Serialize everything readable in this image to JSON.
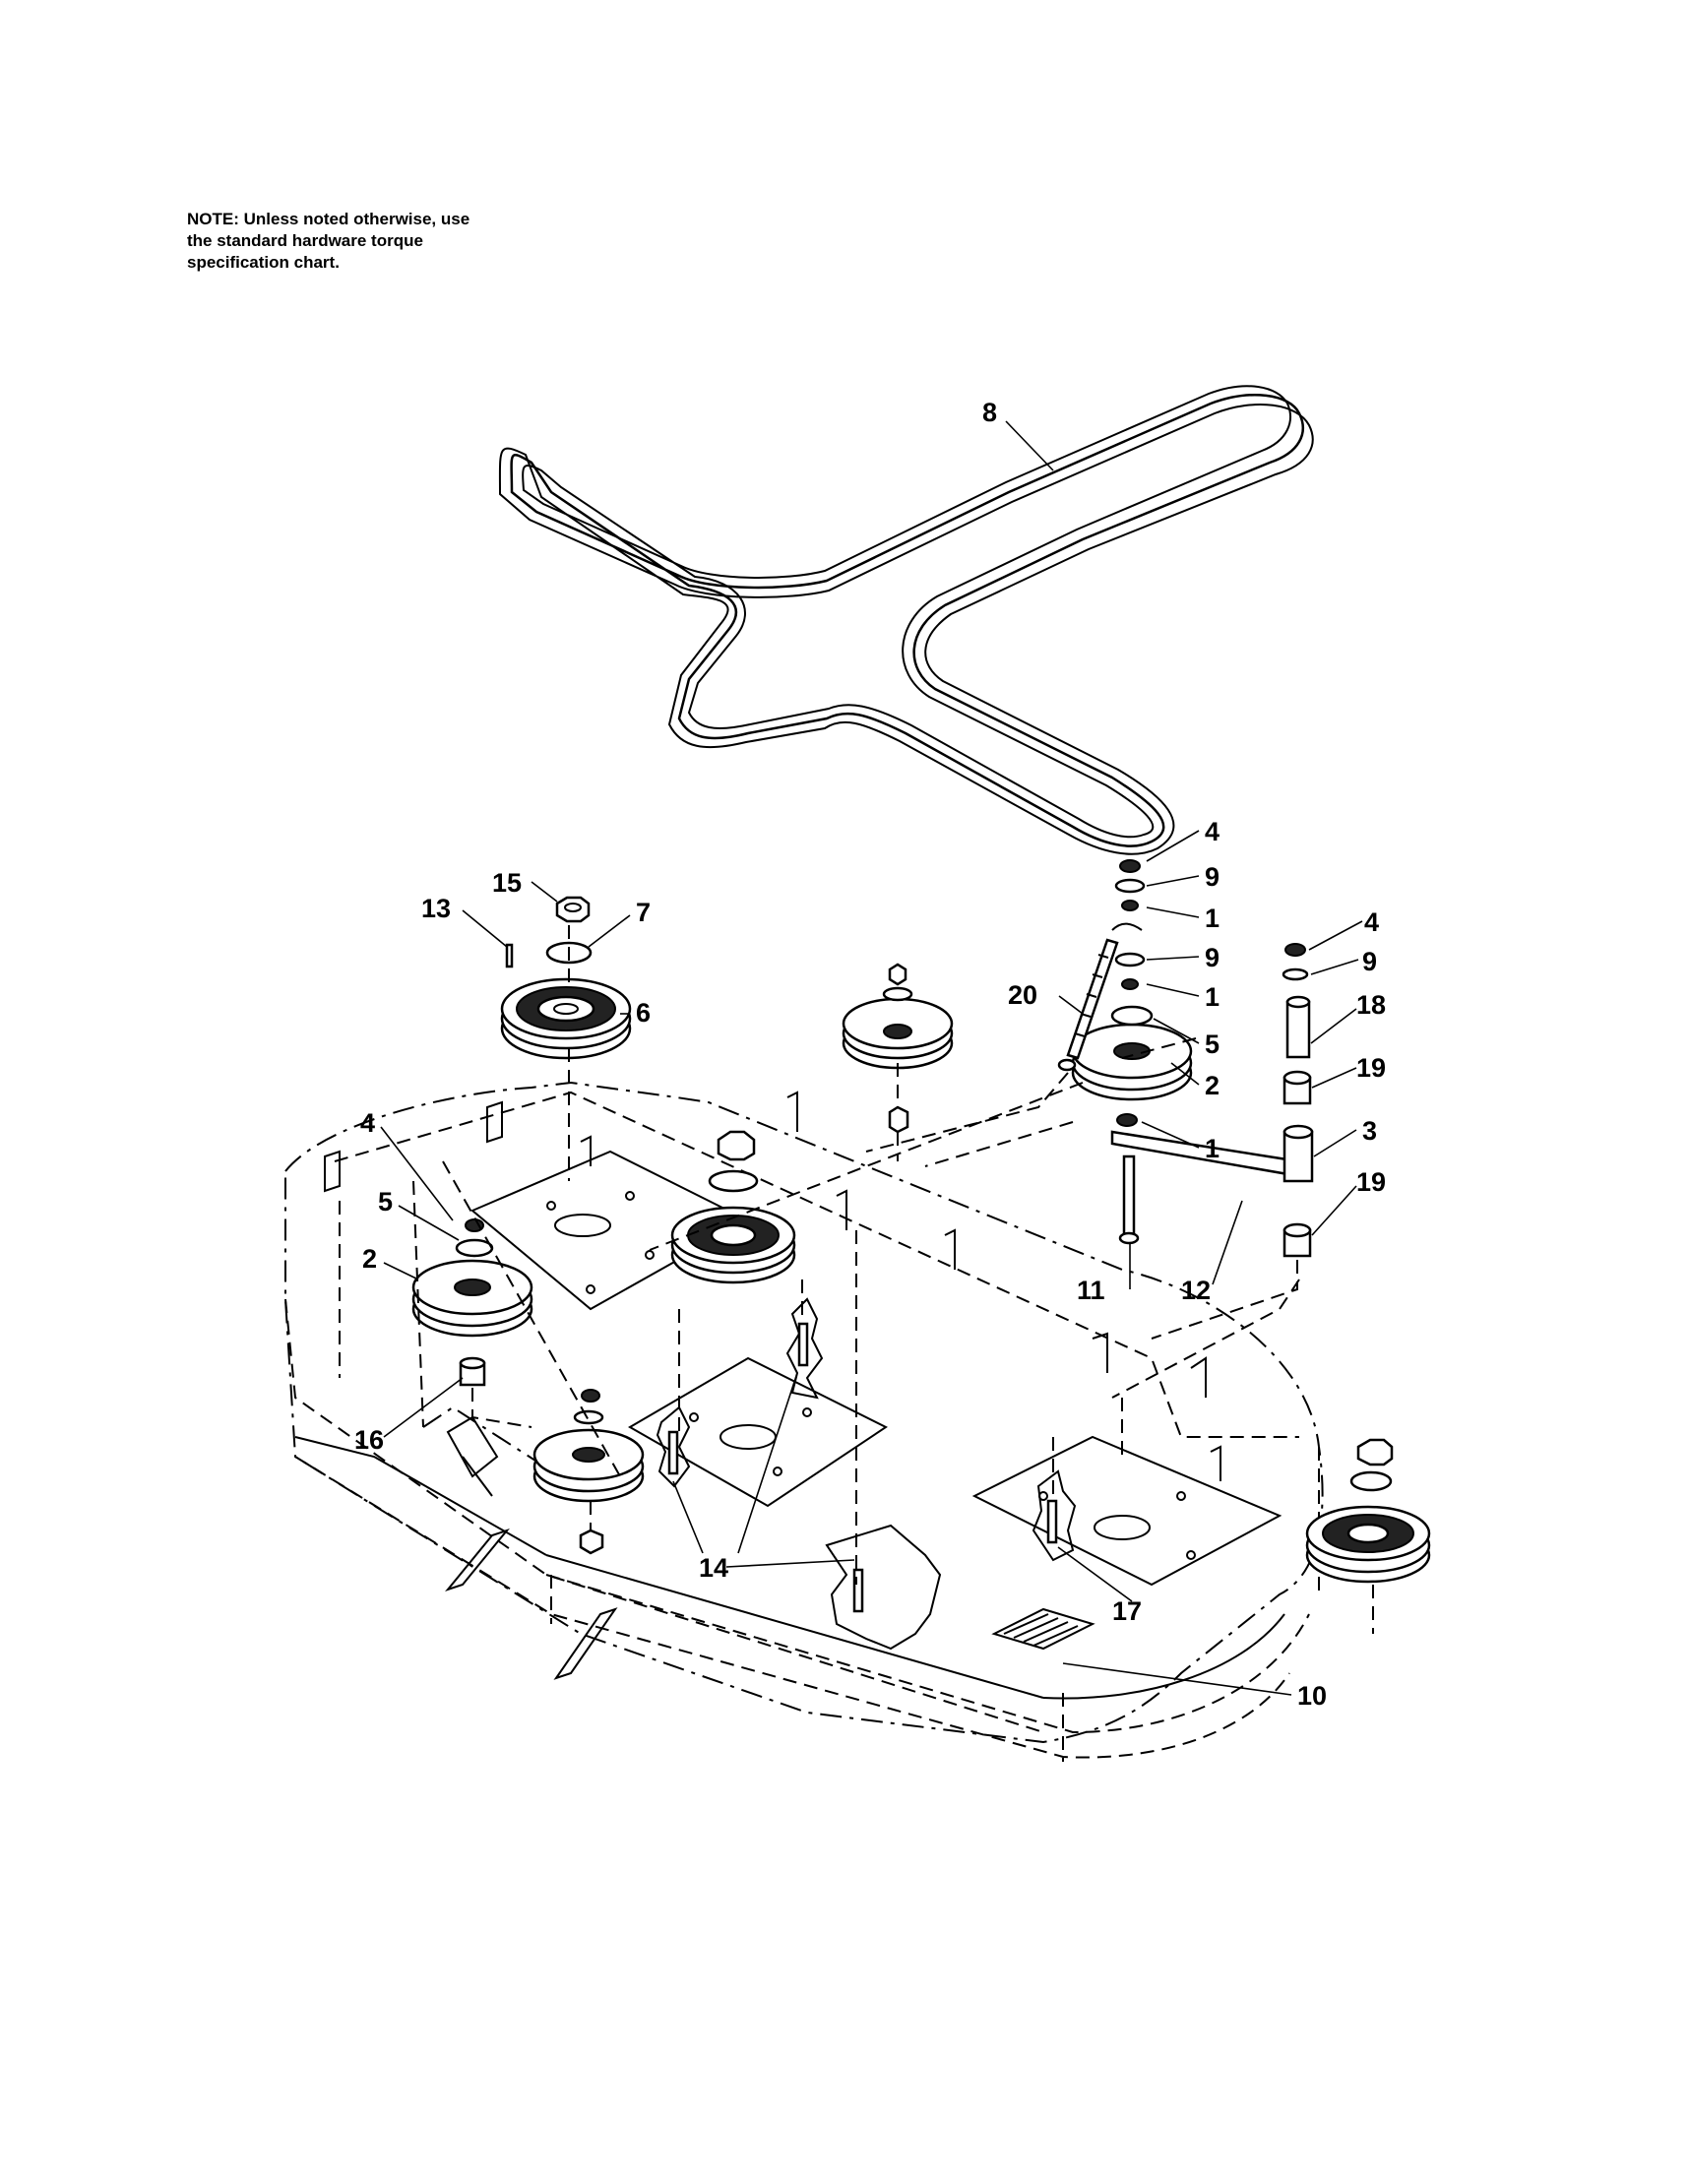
{
  "note": {
    "line1": "NOTE: Unless noted otherwise, use",
    "line2": "the standard hardware torque",
    "line3": "specification chart."
  },
  "callouts": {
    "c8": "8",
    "c4a": "4",
    "c9a": "9",
    "c1a": "1",
    "c9b": "9",
    "c1b": "1",
    "c20": "20",
    "c5a": "5",
    "c2a": "2",
    "c1c": "1",
    "c4b": "4",
    "c9c": "9",
    "c18": "18",
    "c19a": "19",
    "c3": "3",
    "c19b": "19",
    "c11": "11",
    "c12": "12",
    "c15": "15",
    "c13": "13",
    "c7": "7",
    "c6": "6",
    "c4c": "4",
    "c5b": "5",
    "c2b": "2",
    "c16": "16",
    "c14": "14",
    "c17": "17",
    "c10": "10"
  }
}
